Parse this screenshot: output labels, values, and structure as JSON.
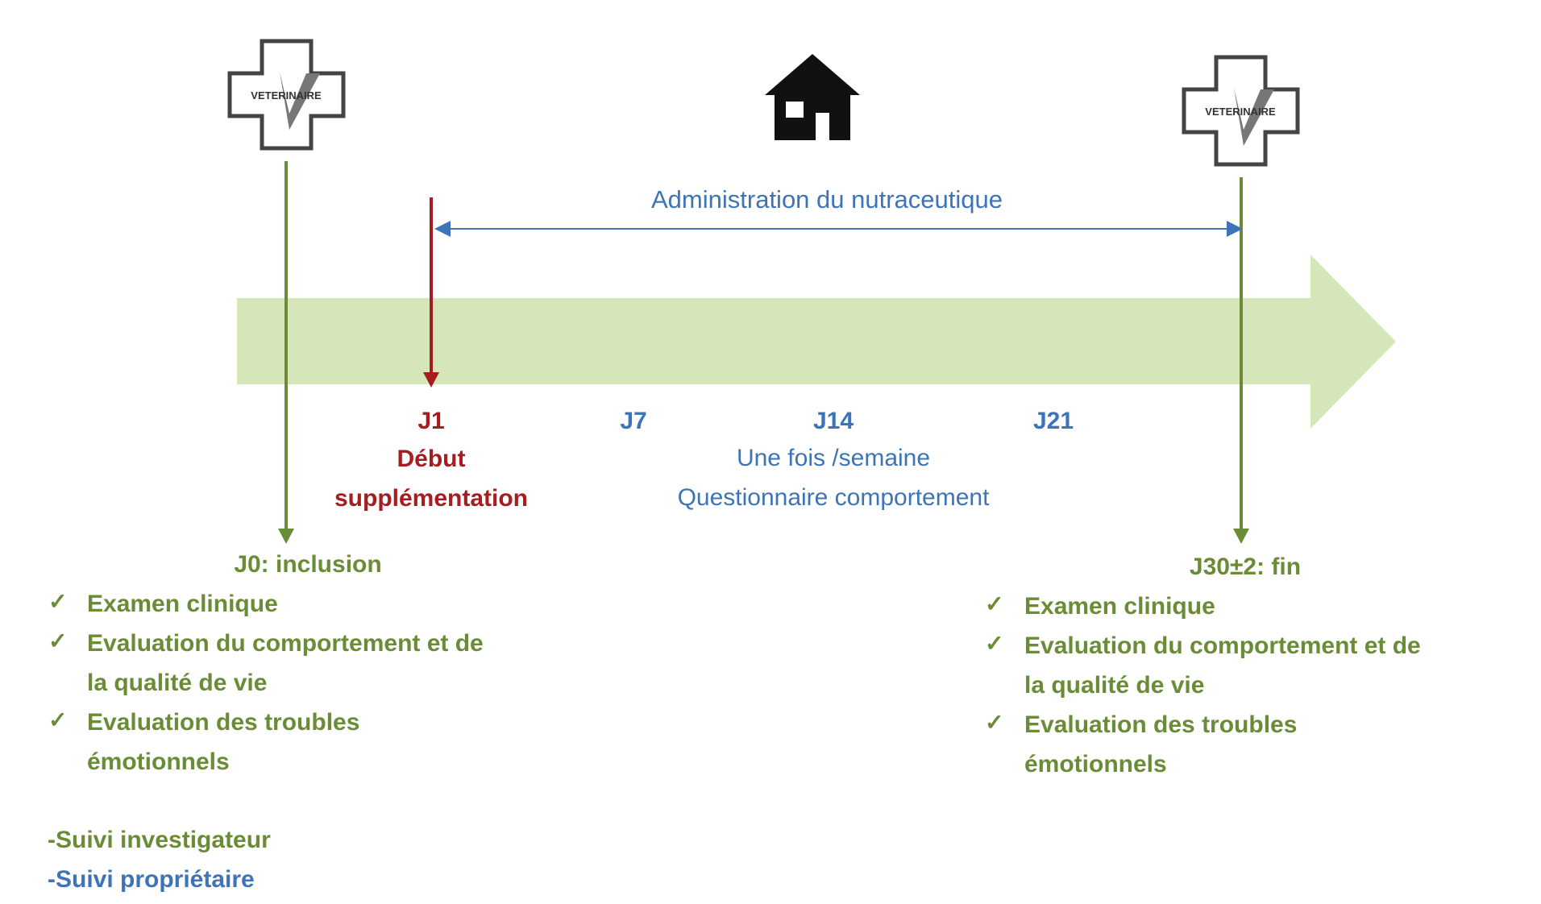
{
  "colors": {
    "investigator": "#6b8c37",
    "owner": "#3d74b8",
    "start": "#a51d1f",
    "timeline": "#d5e6b8"
  },
  "icons": {
    "clinic_left": "veterinary-cross-icon",
    "home": "house-icon",
    "clinic_right": "veterinary-cross-icon",
    "check": "check-icon"
  },
  "logo_text": "VETERINAIRE",
  "administration_label": "Administration du nutraceutique",
  "timeline": {
    "j1": "J1",
    "j7": "J7",
    "j14": "J14",
    "j21": "J21",
    "start_line1": "Début",
    "start_line2": "supplémentation",
    "weekly_line1": "Une fois /semaine",
    "weekly_line2": "Questionnaire comportement"
  },
  "inclusion": {
    "title": "J0: inclusion",
    "items": [
      "Examen clinique",
      "Evaluation du comportement et de",
      "la qualité de vie",
      "Evaluation des troubles",
      "émotionnels"
    ]
  },
  "end": {
    "title": "J30±2: fin",
    "items": [
      "Examen clinique",
      "Evaluation du comportement et de",
      "la qualité de vie",
      "Evaluation des troubles",
      "émotionnels"
    ]
  },
  "legend": {
    "investigator": "-Suivi investigateur",
    "owner": "-Suivi propriétaire"
  }
}
